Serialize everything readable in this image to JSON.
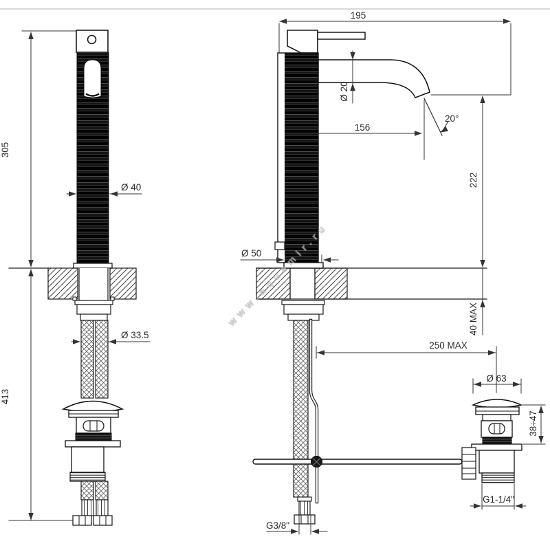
{
  "watermark": "www.aquamir.ru",
  "dims": {
    "front_height": "305",
    "front_below": "413",
    "front_body_dia": "Ø 40",
    "front_shank_dia": "Ø 33.5",
    "side_width": "195",
    "side_reach": "156",
    "side_spout_dia": "Ø 20",
    "side_angle": "20°",
    "side_height": "222",
    "side_deck": "40 MAX",
    "side_base_dia": "Ø 50",
    "side_supply": "G3/8\"",
    "drain_distance": "250 MAX",
    "drain_cap_dia": "Ø 63",
    "drain_range": "38÷47",
    "drain_thread": "G1-1/4\""
  }
}
